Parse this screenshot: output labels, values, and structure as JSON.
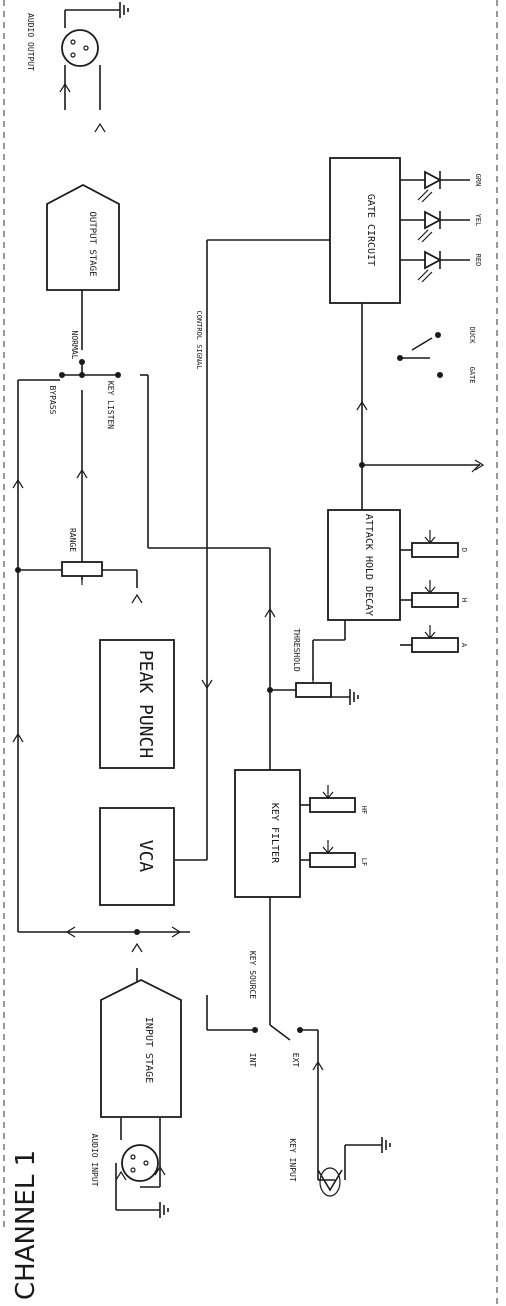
{
  "title": "CHANNEL 1",
  "blocks": {
    "output_stage": "OUTPUT STAGE",
    "gate_circuit": "GATE CIRCUIT",
    "peak_punch": "PEAK PUNCH",
    "vca": "VCA",
    "attack_hold_decay": "ATTACK HOLD DECAY",
    "key_filter": "KEY FILTER",
    "input_stage": "INPUT STAGE"
  },
  "labels": {
    "audio_output": "AUDIO OUTPUT",
    "audio_input": "AUDIO INPUT",
    "key_input": "KEY INPUT",
    "bypass": "BYPASS",
    "normal": "NORMAL",
    "key_listen": "KEY LISTEN",
    "control_signal": "CONTROL SIGNAL",
    "range": "RANGE",
    "threshold": "THRESHOLD",
    "key_source": "KEY SOURCE",
    "int": "INT",
    "ext": "EXT",
    "hf": "HF",
    "lf": "LF",
    "grn": "GRN",
    "yel": "YEL",
    "red": "RED",
    "duck": "DUCK",
    "gate": "GATE",
    "pot_d": "D",
    "pot_h": "H",
    "pot_a": "A"
  }
}
